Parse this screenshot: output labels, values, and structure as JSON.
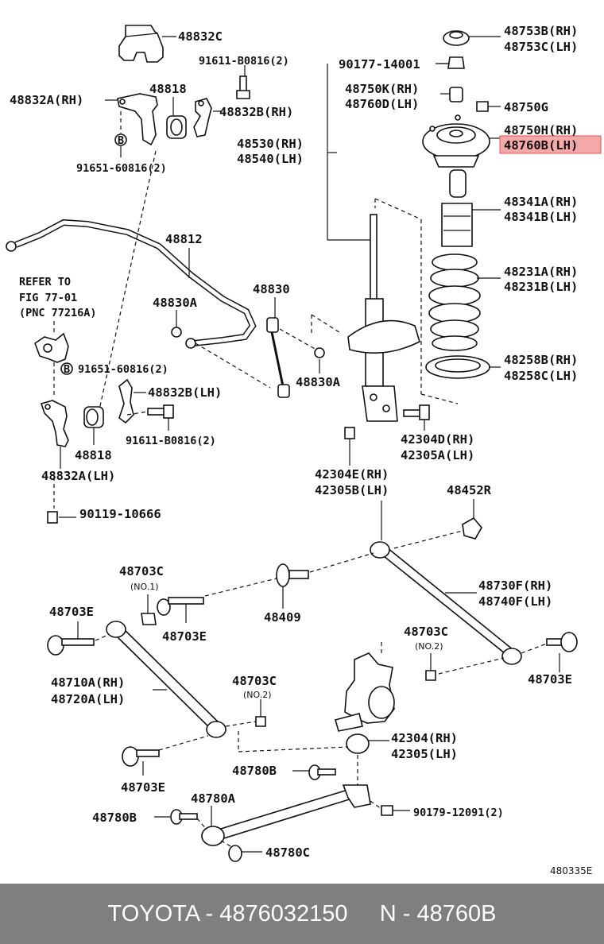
{
  "diagram": {
    "labels": {
      "p48832C": "48832C",
      "p91611_top": "91611-B0816(2)",
      "p48832A_rh": "48832A(RH)",
      "p48818_top": "48818",
      "p48832B_rh": "48832B(RH)",
      "p91651_top": "91651-60816(2)",
      "p48812": "48812",
      "refer1": "REFER TO",
      "refer2": "FIG 77-01",
      "refer3": "(PNC 77216A)",
      "p48830A_l": "48830A",
      "p48830": "48830",
      "p91651_mid": "91651-60816(2)",
      "p48830A_r": "48830A",
      "p48832B_lh": "48832B(LH)",
      "p91611_mid": "91611-B0816(2)",
      "p48818_bot": "48818",
      "p48832A_lh": "48832A(LH)",
      "p90119": "90119-10666",
      "p90177": "90177-14001",
      "p48530": "48530(RH)",
      "p48540": "48540(LH)",
      "p48753B": "48753B(RH)",
      "p48753C": "48753C(LH)",
      "p48750K": "48750K(RH)",
      "p48760D": "48760D(LH)",
      "p48750G": "48750G",
      "p48750H": "48750H(RH)",
      "p48760B": "48760B(LH)",
      "p48341A": "48341A(RH)",
      "p48341B": "48341B(LH)",
      "p48231A": "48231A(RH)",
      "p48231B": "48231B(LH)",
      "p48258B": "48258B(RH)",
      "p48258C": "48258C(LH)",
      "p42304D": "42304D(RH)",
      "p42305A": "42305A(LH)",
      "p42304E": "42304E(RH)",
      "p42305B": "42305B(LH)",
      "p48452R": "48452R",
      "p48703C_1": "48703C",
      "no1": "(NO.1)",
      "p48703E_1": "48703E",
      "p48703E_2": "48703E",
      "p48409": "48409",
      "p48730F": "48730F(RH)",
      "p48740F": "48740F(LH)",
      "p48703C_2": "48703C",
      "no2_a": "(NO.2)",
      "p48703E_3": "48703E",
      "p48710A": "48710A(RH)",
      "p48720A": "48720A(LH)",
      "p48703C_3": "48703C",
      "no2_b": "(NO.2)",
      "p42304": "42304(RH)",
      "p42305": "42305(LH)",
      "p48703E_4": "48703E",
      "p48780B_1": "48780B",
      "p48780A": "48780A",
      "p90179": "90179-12091(2)",
      "p48780B_2": "48780B",
      "p48780C": "48780C",
      "diagram_id": "480335E"
    },
    "highlight_color": "#f4a8a8"
  },
  "footer": {
    "text": "TOYOTA - 4876032150     N - 48760B",
    "background": "#7f7f7f",
    "text_color": "#ffffff"
  }
}
